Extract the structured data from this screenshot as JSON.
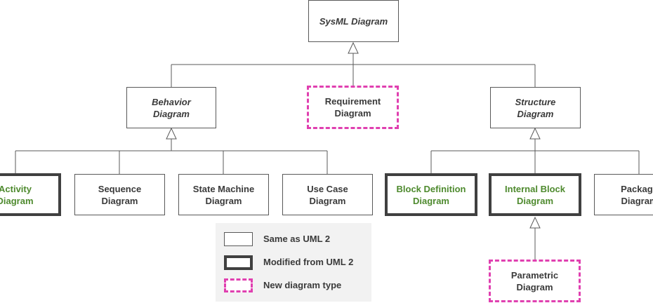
{
  "diagram": {
    "root": {
      "title": "SysML Diagram"
    },
    "behavior": {
      "line1": "Behavior",
      "line2": "Diagram"
    },
    "requirement": {
      "line1": "Requirement",
      "line2": "Diagram"
    },
    "structure": {
      "line1": "Structure",
      "line2": "Diagram"
    },
    "activity": {
      "line1": "Activity",
      "line2": "Diagram"
    },
    "sequence": {
      "line1": "Sequence",
      "line2": "Diagram"
    },
    "state_machine": {
      "line1": "State Machine",
      "line2": "Diagram"
    },
    "use_case": {
      "line1": "Use Case",
      "line2": "Diagram"
    },
    "block_definition": {
      "line1": "Block Definition",
      "line2": "Diagram"
    },
    "internal_block": {
      "line1": "Internal Block",
      "line2": "Diagram"
    },
    "package": {
      "line1": "Package",
      "line2": "Diagram"
    },
    "parametric": {
      "line1": "Parametric",
      "line2": "Diagram"
    }
  },
  "legend": {
    "same": "Same as UML 2",
    "modified": "Modified from UML 2",
    "new_type": "New diagram type"
  },
  "colors": {
    "line": "#595959",
    "modified_border": "#404040",
    "new_border": "#e040b0",
    "modified_text": "#4e8a2e",
    "legend_bg": "#f2f2f2"
  }
}
